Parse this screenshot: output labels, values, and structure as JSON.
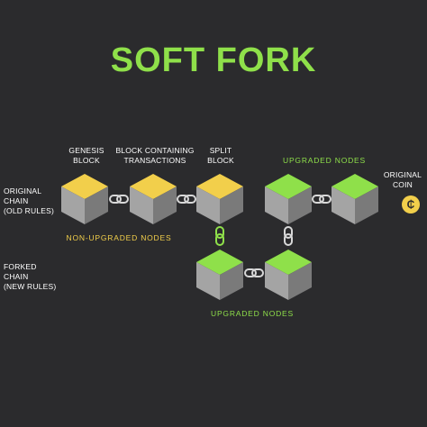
{
  "title": "SOFT FORK",
  "labels": {
    "genesis_block": "GENESIS\nBLOCK",
    "block_containing": "BLOCK CONTAINING\nTRANSACTIONS",
    "split_block": "SPLIT\nBLOCK",
    "original_chain": "ORIGINAL\nCHAIN\n(OLD RULES)",
    "forked_chain": "FORKED\nCHAIN\n(NEW RULES)",
    "original_coin": "ORIGINAL\nCOIN",
    "upgraded_nodes_top": "UPGRADED NODES",
    "non_upgraded_nodes": "NON-UPGRADED NODES",
    "upgraded_nodes_bottom": "UPGRADED NODES"
  },
  "coin_symbol": "₵",
  "colors": {
    "background": "#2b2b2d",
    "green": "#8fe04a",
    "yellow": "#f2cf4b",
    "cube_side_light": "#a4a4a4",
    "cube_side_dark": "#7a7a7a"
  }
}
